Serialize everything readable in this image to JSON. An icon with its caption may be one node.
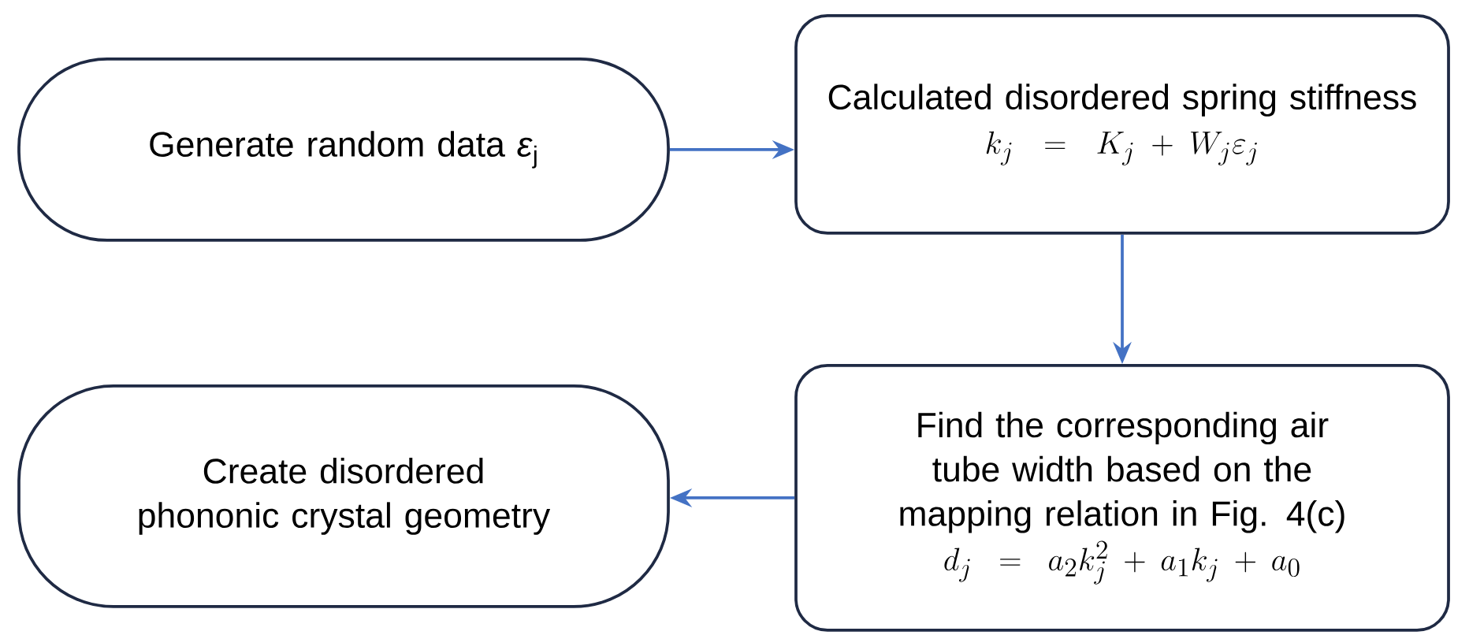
{
  "diagram": {
    "nodes": [
      {
        "text": [
          "Generate random data *ε*$_{j}$"
        ]
      },
      {
        "text": [
          "Calculated disordered spring stiffness",
          "k_j = K_j + W_j\\varepsilon_j"
        ]
      },
      {
        "text": [
          "Find the corresponding air tube width based on the mapping relation in Fig. 4(c)",
          "d_j = a_2k_j^2 + a_1k_j + a_0"
        ]
      },
      {
        "text": [
          "Create disordered phononic crystal geometry"
        ]
      }
    ],
    "edges": [
      {
        "from": 0,
        "to": 1,
        "arrow": "to"
      },
      {
        "from": 1,
        "to": 2,
        "arrow": "to"
      },
      {
        "from": 2,
        "to": 3,
        "arrow": "to"
      }
    ]
  }
}
